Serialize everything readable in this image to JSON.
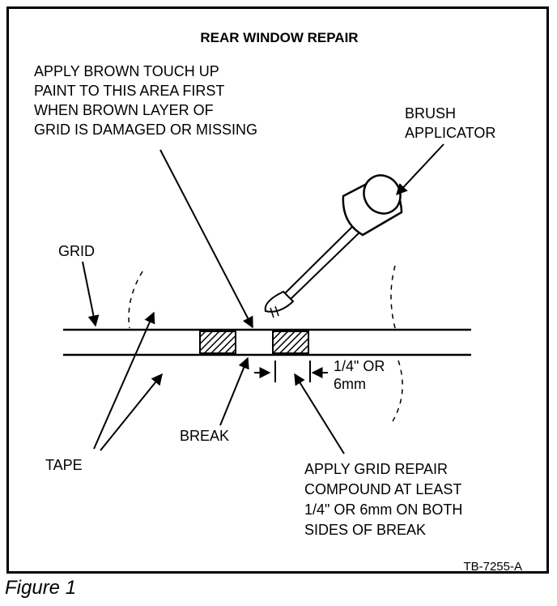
{
  "title": "REAR WINDOW REPAIR",
  "callout_top": [
    "APPLY BROWN TOUCH UP",
    "PAINT TO THIS AREA FIRST",
    "WHEN BROWN LAYER OF",
    "GRID IS DAMAGED OR MISSING"
  ],
  "brush_label": [
    "BRUSH",
    "APPLICATOR"
  ],
  "grid_label": "GRID",
  "dimension_label": [
    "1/4\" OR",
    "6mm"
  ],
  "break_label": "BREAK",
  "tape_label": "TAPE",
  "callout_bottom": [
    "APPLY GRID REPAIR",
    "COMPOUND AT LEAST",
    "1/4\" OR 6mm ON BOTH",
    "SIDES OF BREAK"
  ],
  "figure_id": "TB-7255-A",
  "caption": "Figure 1"
}
